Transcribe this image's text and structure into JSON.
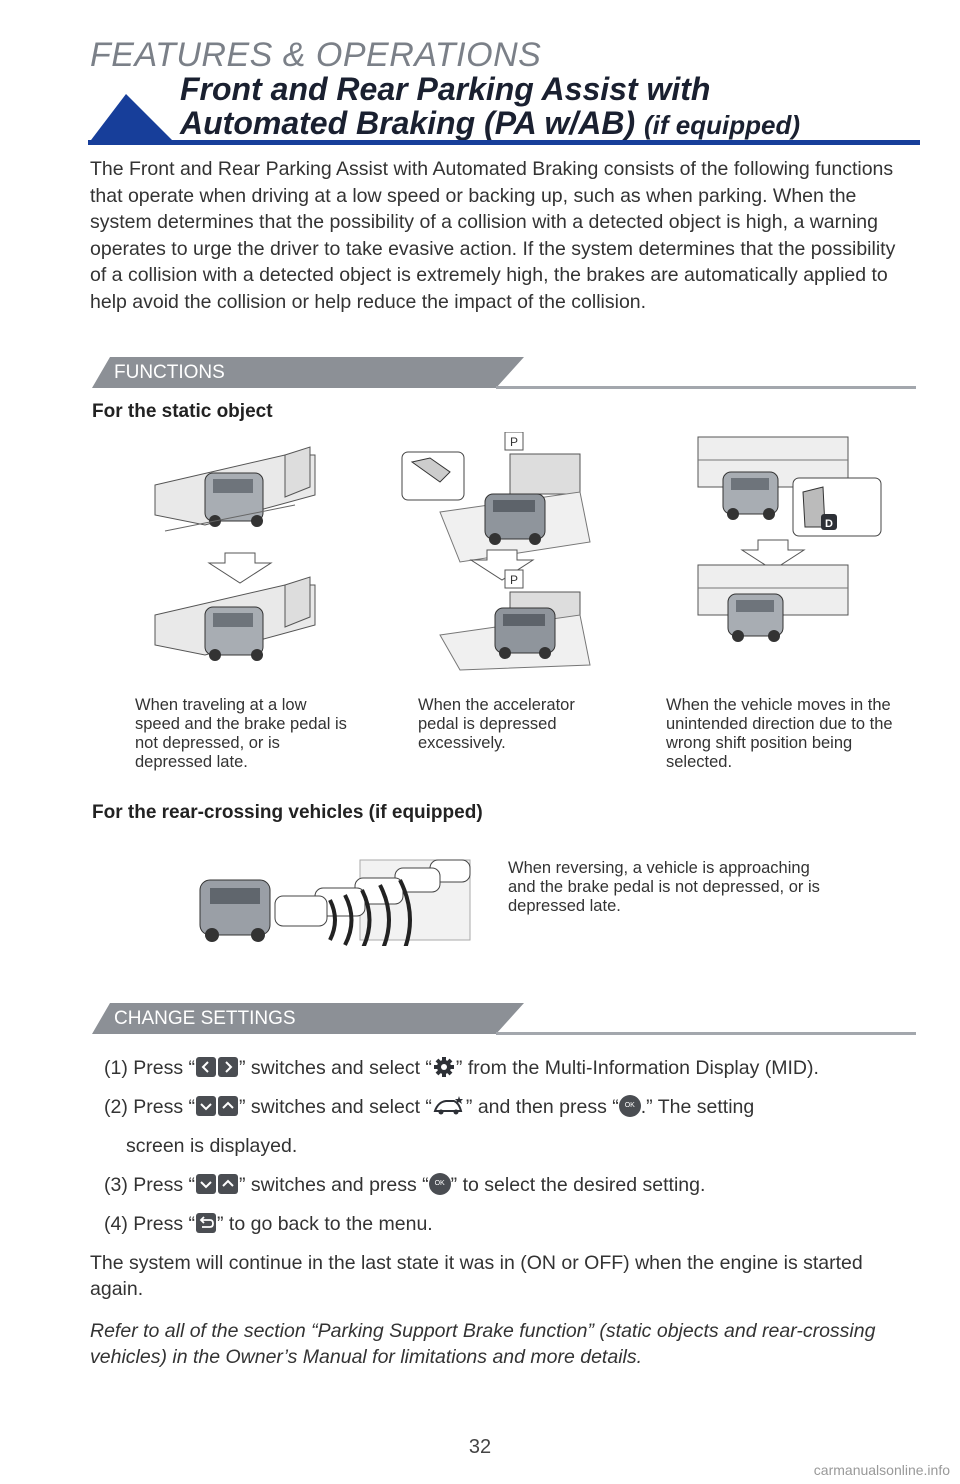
{
  "header": {
    "section": "FEATURES & OPERATIONS",
    "title_line1": "Front and Rear Parking Assist with",
    "title_line2": "Automated Braking (PA w/AB) ",
    "title_suffix": "(if equipped)"
  },
  "intro": "The Front and Rear Parking Assist with Automated Braking consists of the following functions that operate when driving at a low speed or backing up, such as when parking. When the system determines that the possibility of a collision with a detected object is high, a warning operates to urge the driver to take evasive action. If the system determines that the possibility of a collision with a detected object is extremely high, the brakes are automatically applied to help avoid the collision or help reduce the impact of the collision.",
  "functions": {
    "tab": "FUNCTIONS",
    "static_heading": "For the static object",
    "captions": [
      "When traveling at a low speed and the brake pedal is not depressed, or is depressed late.",
      "When the accelerator pedal is depressed excessively.",
      "When the vehicle moves in the unintended direction due to the wrong shift position being selected."
    ],
    "rear_heading": "For the rear-crossing vehicles (if equipped)",
    "rear_caption": "When reversing, a vehicle is approaching and the brake pedal is not depressed, or is depressed late.",
    "sign_letter": "P",
    "shift_letter": "D"
  },
  "settings": {
    "tab": "CHANGE SETTINGS",
    "steps": [
      {
        "a": "(1) Press “",
        "b": "” switches and select “",
        "c": "” from the Multi-Information Display (MID)."
      },
      {
        "a": "(2) Press “",
        "b": "” switches and select “",
        "c": "” and then press “",
        "d": ".” The setting"
      },
      {
        "a": "screen is displayed."
      },
      {
        "a": "(3) Press “",
        "b": "” switches and press “",
        "c": "” to select  the desired setting."
      },
      {
        "a": "(4) Press “",
        "b": "” to go back to the menu."
      }
    ],
    "ok_label": "OK",
    "note": "The system will continue in the last state it was in (ON or OFF) when the engine is started again.",
    "refer": "Refer to all of the section “Parking Support Brake function” (static objects and rear-crossing vehicles) in the Owner’s Manual for limitations and more details."
  },
  "page_number": "32",
  "watermark": "carmanualsonline.info",
  "colors": {
    "accent": "#173e9a",
    "tab_gray": "#8c9096"
  }
}
